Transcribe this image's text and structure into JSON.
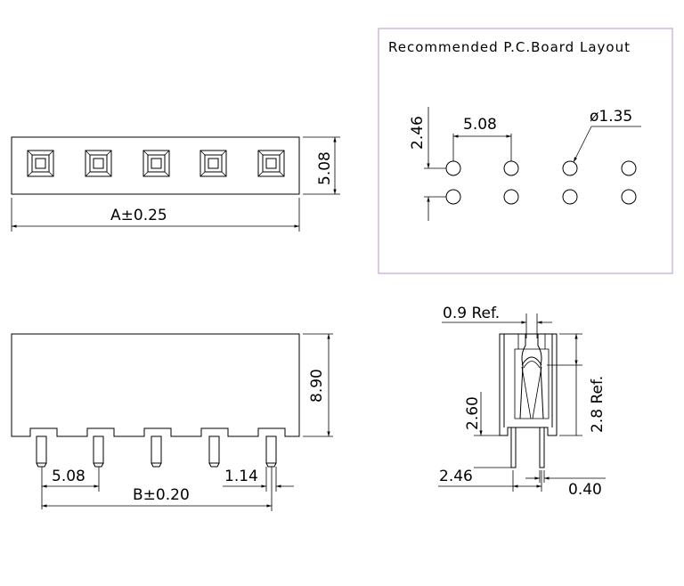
{
  "pcb_layout": {
    "title": "Recommended P.C.Board Layout",
    "dim_row_spacing": "2.46",
    "dim_pitch": "5.08",
    "dim_hole_dia": "ø1.35"
  },
  "top_view": {
    "dim_height": "5.08",
    "dim_length": "A±0.25"
  },
  "front_view": {
    "dim_height": "8.90",
    "dim_pitch": "5.08",
    "dim_pin_width": "1.14",
    "dim_length": "B±0.20"
  },
  "side_view": {
    "dim_contact_ref": "0.9 Ref.",
    "dim_tail": "2.60",
    "dim_body_ref": "2.8 Ref.",
    "dim_pin_spacing": "2.46",
    "dim_pin_thickness": "0.40"
  },
  "colors": {
    "layout_box_border": "#c9a3d6",
    "line": "#000000"
  }
}
